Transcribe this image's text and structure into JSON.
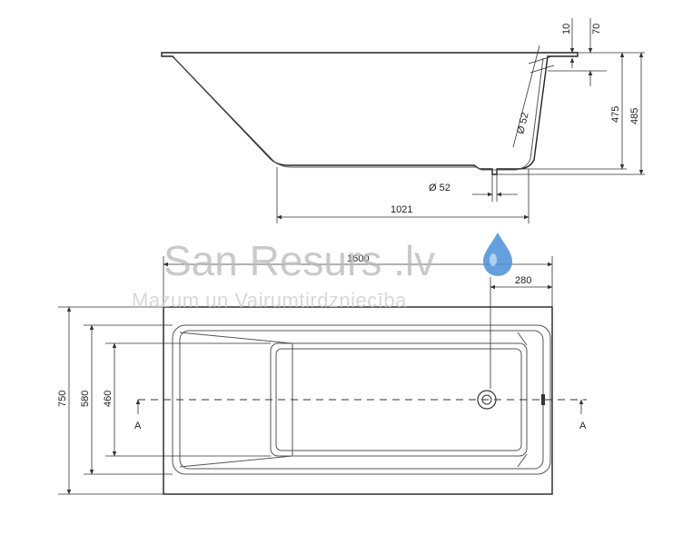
{
  "watermark": {
    "brand": "San Resurs .lv",
    "tagline": "Mazum un Vairumtirdzniecība",
    "drop_color": "#4a8fd8"
  },
  "section_view": {
    "rim_thickness": "10",
    "overflow_offset": "70",
    "depth_inner": "475",
    "depth_total": "485",
    "overflow_diameter": "Ø 52",
    "drain_diameter": "Ø 52",
    "bottom_length": "1021"
  },
  "plan_view": {
    "length": "1600",
    "drain_offset": "280",
    "width": "750",
    "inner_width": "580",
    "bottom_width": "460",
    "section_mark_left": "A",
    "section_mark_right": "A"
  }
}
